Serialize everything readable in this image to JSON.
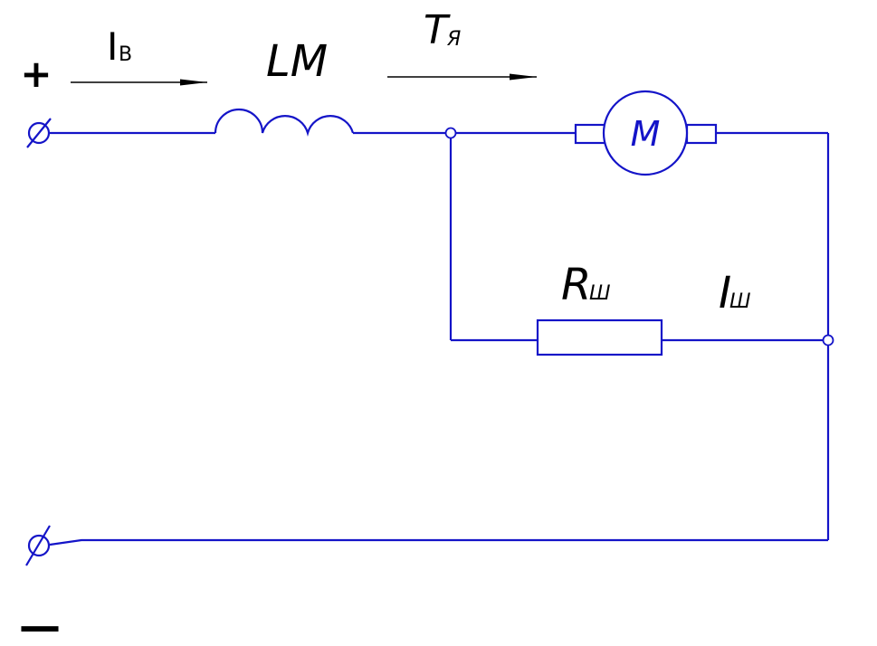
{
  "terminals": {
    "positive": "+",
    "negative": "—"
  },
  "labels": {
    "excitation_current": "I",
    "excitation_current_sub": "В",
    "field_winding": "LM",
    "armature_current": "T",
    "armature_current_sub": "Я",
    "motor": "M",
    "shunt_resistor": "R",
    "shunt_resistor_sub": "Ш",
    "shunt_current": "I",
    "shunt_current_sub": "Ш"
  },
  "colors": {
    "circuit": "#1414c8",
    "text": "#000000",
    "background": "#ffffff"
  }
}
